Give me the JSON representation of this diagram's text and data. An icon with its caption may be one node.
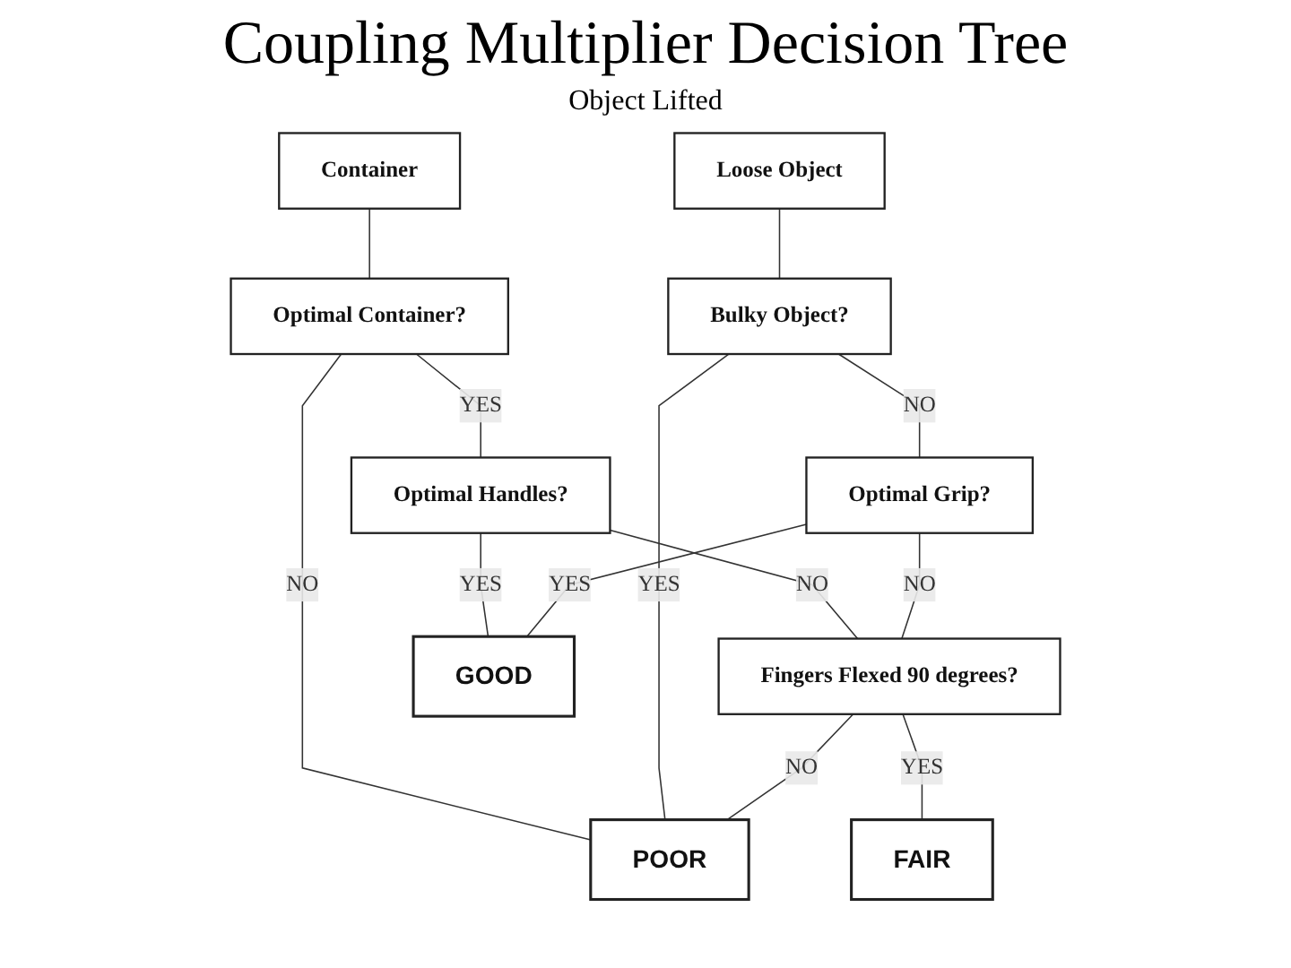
{
  "diagram": {
    "title": "Coupling Multiplier Decision Tree",
    "nodes": [
      {
        "text": [
          "Container"
        ]
      },
      {
        "text": [
          "Loose Object"
        ]
      },
      {
        "text": [
          "Optimal Container?"
        ]
      },
      {
        "text": [
          "Bulky Object?"
        ]
      },
      {
        "text": [
          "Optimal Handles?"
        ]
      },
      {
        "text": [
          "POOR"
        ]
      },
      {
        "text": [
          "Optimal Grip?"
        ]
      },
      {
        "text": [
          "Fingers Flexed 90 degrees?"
        ]
      },
      {
        "text": [
          "FAIR"
        ]
      },
      {
        "text": [
          "GOOD"
        ]
      }
    ],
    "edges": [
      {
        "from": 0,
        "to": 2,
        "arrow": "none"
      },
      {
        "from": 1,
        "to": 3,
        "arrow": "none"
      },
      {
        "from": 2,
        "to": 5,
        "arrow": "none",
        "label": "NO"
      },
      {
        "from": 3,
        "to": 5,
        "arrow": "none",
        "label": "YES"
      },
      {
        "from": 2,
        "to": 4,
        "arrow": "none",
        "label": "YES"
      },
      {
        "from": 3,
        "to": 6,
        "arrow": "none",
        "label": "NO"
      },
      {
        "from": 4,
        "to": 9,
        "arrow": "none",
        "label": "YES"
      },
      {
        "from": 4,
        "to": 7,
        "arrow": "none",
        "label": "NO"
      },
      {
        "from": 6,
        "to": 7,
        "arrow": "none",
        "label": "NO"
      },
      {
        "from": 6,
        "to": 9,
        "arrow": "none",
        "label": "YES"
      },
      {
        "from": 7,
        "to": 5,
        "arrow": "none",
        "label": "NO"
      },
      {
        "from": 7,
        "to": 8,
        "arrow": "none",
        "label": "YES"
      }
    ],
    "labels": [
      "Object Lifted"
    ]
  }
}
